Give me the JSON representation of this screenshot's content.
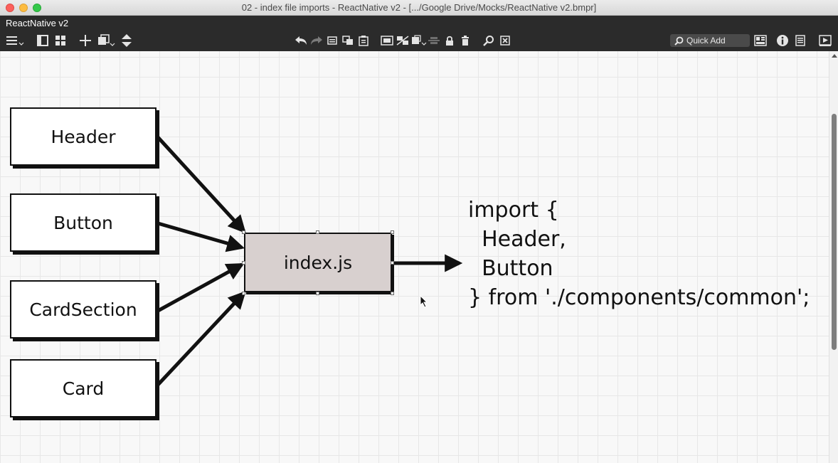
{
  "window": {
    "title": "02 - index file imports - ReactNative v2 - [.../Google Drive/Mocks/ReactNative v2.bmpr]"
  },
  "app": {
    "name": "ReactNative v2",
    "quick_add_label": "Quick Add"
  },
  "toolbar": {
    "left_icons": [
      "menu-icon",
      "single-pane-icon",
      "grid-view-icon",
      "add-icon",
      "copy-dropdown-icon",
      "sort-icon"
    ],
    "center_icons": [
      "undo-icon",
      "redo-icon",
      "cut-icon",
      "copy-icon",
      "paste-icon",
      "group-icon",
      "ungroup-icon",
      "arrange-icon",
      "align-icon",
      "lock-icon",
      "delete-icon",
      "find-icon",
      "clear-icon"
    ],
    "right_icons": [
      "search-icon",
      "view-toggle-icon",
      "info-icon",
      "notes-icon",
      "present-icon"
    ]
  },
  "diagram": {
    "components": [
      "Header",
      "Button",
      "CardSection",
      "Card"
    ],
    "index_label": "index.js",
    "code_lines": [
      "import {",
      "  Header,",
      "  Button",
      "} from './components/common';"
    ]
  }
}
